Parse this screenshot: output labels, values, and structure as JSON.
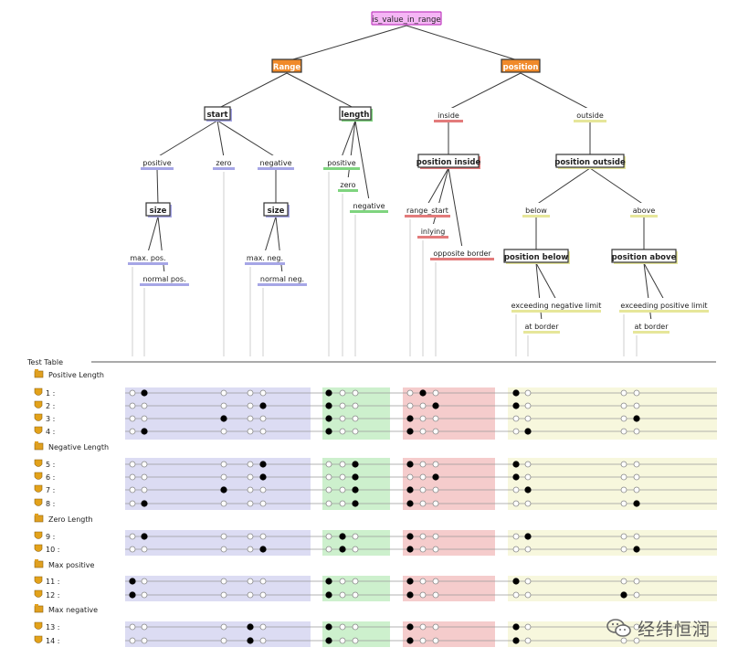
{
  "tree": {
    "nodes": [
      {
        "id": "root",
        "label": "is_value_in_range",
        "style": "root"
      },
      {
        "id": "range",
        "label": "Range",
        "style": "orange-class",
        "parent": "root"
      },
      {
        "id": "position",
        "label": "position",
        "style": "orange-class",
        "parent": "root"
      },
      {
        "id": "start",
        "label": "start",
        "style": "blue-class",
        "parent": "range"
      },
      {
        "id": "length",
        "label": "length",
        "style": "green-class",
        "parent": "range"
      },
      {
        "id": "start_positive",
        "label": "positive",
        "style": "blue",
        "parent": "start"
      },
      {
        "id": "start_zero",
        "label": "zero",
        "style": "blue",
        "parent": "start"
      },
      {
        "id": "start_negative",
        "label": "negative",
        "style": "blue",
        "parent": "start"
      },
      {
        "id": "size_pos",
        "label": "size",
        "style": "blue-class",
        "parent": "start_positive"
      },
      {
        "id": "max_pos",
        "label": "max. pos.",
        "style": "blue",
        "parent": "size_pos"
      },
      {
        "id": "normal_pos",
        "label": "normal pos.",
        "style": "blue",
        "parent": "size_pos"
      },
      {
        "id": "size_neg",
        "label": "size",
        "style": "blue-class",
        "parent": "start_negative"
      },
      {
        "id": "max_neg",
        "label": "max. neg.",
        "style": "blue",
        "parent": "size_neg"
      },
      {
        "id": "normal_neg",
        "label": "normal neg.",
        "style": "blue",
        "parent": "size_neg"
      },
      {
        "id": "len_positive",
        "label": "positive",
        "style": "green",
        "parent": "length"
      },
      {
        "id": "len_zero",
        "label": "zero",
        "style": "green",
        "parent": "length"
      },
      {
        "id": "len_negative",
        "label": "negative",
        "style": "green",
        "parent": "length"
      },
      {
        "id": "inside",
        "label": "inside",
        "style": "red",
        "parent": "position"
      },
      {
        "id": "outside",
        "label": "outside",
        "style": "yellow",
        "parent": "position"
      },
      {
        "id": "pos_inside",
        "label": "position inside",
        "style": "red-class",
        "parent": "inside"
      },
      {
        "id": "range_start",
        "label": "range_start",
        "style": "red",
        "parent": "pos_inside"
      },
      {
        "id": "inlying",
        "label": "inlying",
        "style": "red",
        "parent": "pos_inside"
      },
      {
        "id": "opposite_border",
        "label": "opposite border",
        "style": "red",
        "parent": "pos_inside"
      },
      {
        "id": "pos_outside",
        "label": "position outside",
        "style": "yellow-class",
        "parent": "outside"
      },
      {
        "id": "below",
        "label": "below",
        "style": "yellow",
        "parent": "pos_outside"
      },
      {
        "id": "above",
        "label": "above",
        "style": "yellow",
        "parent": "pos_outside"
      },
      {
        "id": "pos_below",
        "label": "position below",
        "style": "yellow-class",
        "parent": "below"
      },
      {
        "id": "exceed_neg",
        "label": "exceeding negative limit",
        "style": "yellow",
        "parent": "pos_below"
      },
      {
        "id": "at_border_b",
        "label": "at border",
        "style": "yellow",
        "parent": "pos_below"
      },
      {
        "id": "pos_above",
        "label": "position above",
        "style": "yellow-class",
        "parent": "above"
      },
      {
        "id": "exceed_pos",
        "label": "exceeding positive limit",
        "style": "yellow",
        "parent": "pos_above"
      },
      {
        "id": "at_border_a",
        "label": "at border",
        "style": "yellow",
        "parent": "pos_above"
      }
    ]
  },
  "test_table": {
    "title": "Test Table",
    "groups": [
      {
        "name": "Positive Length",
        "tests": [
          {
            "label": "1 :",
            "selected": [
              "normal_pos",
              "len_positive",
              "inlying",
              "exceed_neg"
            ]
          },
          {
            "label": "2 :",
            "selected": [
              "normal_neg",
              "len_positive",
              "opposite_border",
              "exceed_neg"
            ]
          },
          {
            "label": "3 :",
            "selected": [
              "start_zero",
              "len_positive",
              "range_start",
              "at_border_a"
            ]
          },
          {
            "label": "4 :",
            "selected": [
              "normal_pos",
              "len_positive",
              "range_start",
              "at_border_b"
            ]
          }
        ]
      },
      {
        "name": "Negative Length",
        "tests": [
          {
            "label": "5 :",
            "selected": [
              "normal_neg",
              "len_negative",
              "range_start",
              "exceed_neg"
            ]
          },
          {
            "label": "6 :",
            "selected": [
              "normal_neg",
              "len_negative",
              "opposite_border",
              "exceed_neg"
            ]
          },
          {
            "label": "7 :",
            "selected": [
              "start_zero",
              "len_negative",
              "range_start",
              "at_border_b"
            ]
          },
          {
            "label": "8 :",
            "selected": [
              "normal_pos",
              "len_negative",
              "range_start",
              "at_border_a"
            ]
          }
        ]
      },
      {
        "name": "Zero Length",
        "tests": [
          {
            "label": "9 :",
            "selected": [
              "normal_pos",
              "len_zero",
              "range_start",
              "at_border_b"
            ]
          },
          {
            "label": "10 :",
            "selected": [
              "normal_neg",
              "len_zero",
              "range_start",
              "at_border_a"
            ]
          }
        ]
      },
      {
        "name": "Max positive",
        "tests": [
          {
            "label": "11 :",
            "selected": [
              "max_pos",
              "len_positive",
              "range_start",
              "exceed_neg"
            ]
          },
          {
            "label": "12 :",
            "selected": [
              "max_pos",
              "len_positive",
              "range_start",
              "exceed_pos"
            ]
          }
        ]
      },
      {
        "name": "Max negative",
        "tests": [
          {
            "label": "13 :",
            "selected": [
              "max_neg",
              "len_positive",
              "range_start",
              "exceed_neg"
            ]
          },
          {
            "label": "14 :",
            "selected": [
              "max_neg",
              "len_positive",
              "range_start",
              "exceed_neg"
            ]
          }
        ]
      }
    ]
  },
  "colors": {
    "blue": "#a6a6e6",
    "blue_band": "#dcdcf3",
    "green": "#7fd47f",
    "green_band": "#cdf0cd",
    "red": "#e37b7b",
    "red_band": "#f5cccc",
    "yellow": "#e6e69a",
    "yellow_band": "#f7f7dd",
    "orange": "#f08a2a",
    "root": "#f5b6f5",
    "root_border": "#c040c0",
    "line": "#3a3a3a",
    "leafline": "#cfcfcf"
  },
  "icons": {
    "group": "group-folder-icon",
    "test": "test-shield-icon",
    "watermark": "wechat-icon"
  },
  "watermark": {
    "text": "经纬恒润"
  }
}
